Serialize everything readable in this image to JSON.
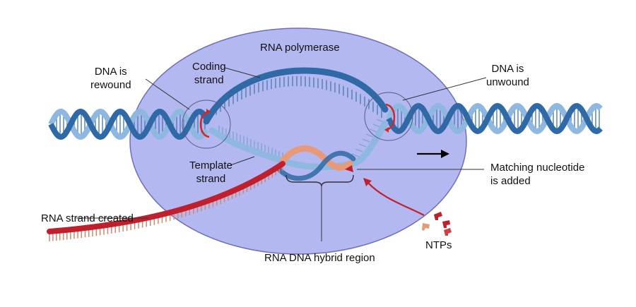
{
  "labels": {
    "rna_polymerase": "RNA polymerase",
    "coding_strand": [
      "Coding",
      "strand"
    ],
    "dna_rewound": [
      "DNA is",
      "rewound"
    ],
    "dna_unwound": [
      "DNA is",
      "unwound"
    ],
    "template_strand": [
      "Template",
      "strand"
    ],
    "matching_nucleotide": [
      "Matching nucleotide",
      "is added"
    ],
    "rna_strand_created": "RNA strand created",
    "rna_dna_hybrid": "RNA DNA hybrid region",
    "ntps": "NTPs"
  },
  "colors": {
    "polymerase_fill": "#b4b8f0",
    "polymerase_stroke": "#6e6fb8",
    "dna_dark": "#2f6aa6",
    "dna_light": "#8fb8e0",
    "rna": "#c0202e",
    "rna_light": "#e89a78",
    "arrow": "#000000"
  },
  "icons": [
    "rewind-arrow-icon",
    "unwind-arrow-icon",
    "direction-arrow-icon",
    "ntp-insertion-arrow-icon"
  ]
}
